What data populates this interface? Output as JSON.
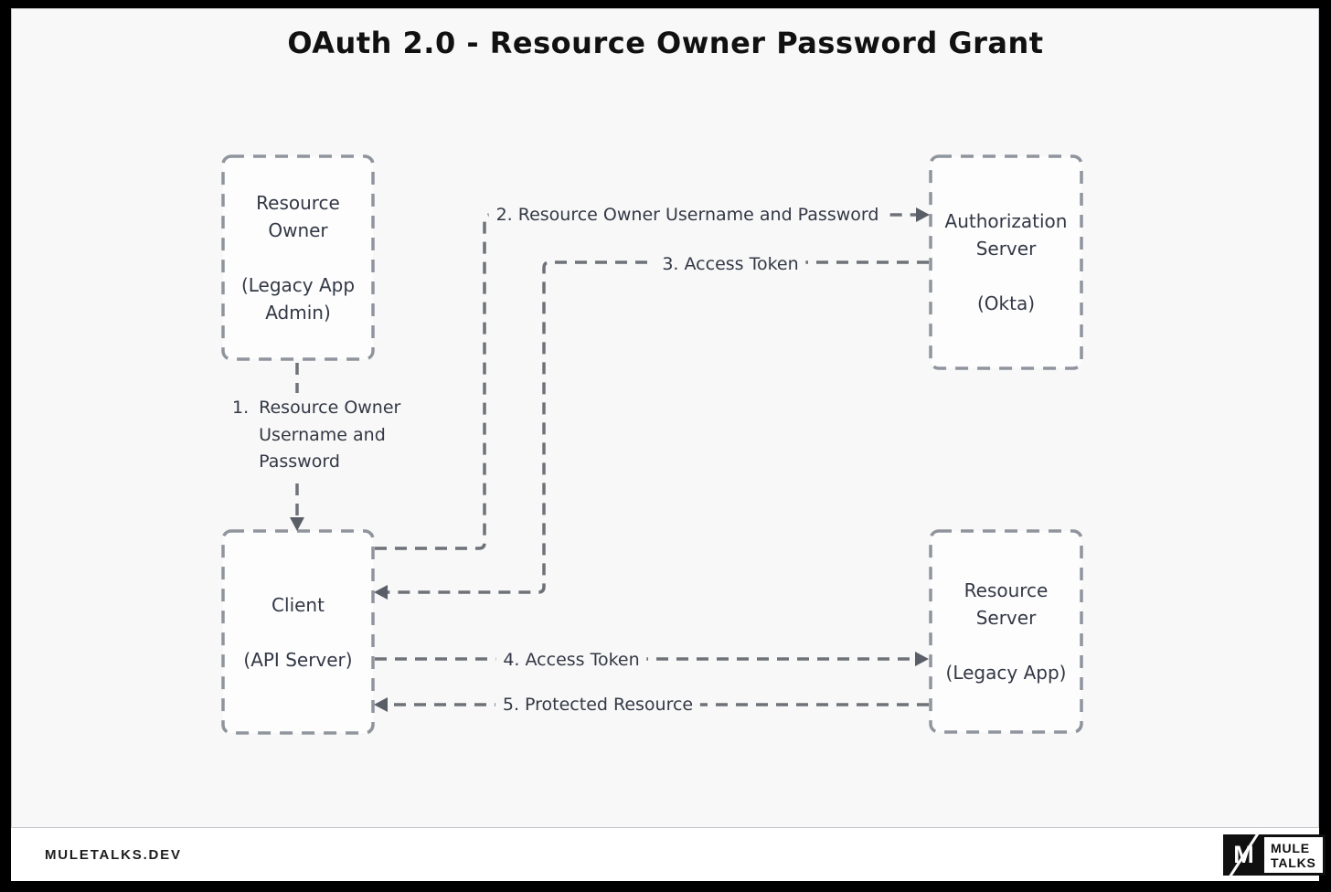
{
  "title": "OAuth 2.0 - Resource Owner Password Grant",
  "nodes": [
    {
      "id": "resource-owner",
      "name": "Resource\nOwner",
      "sub": "(Legacy App\nAdmin)"
    },
    {
      "id": "authorization-server",
      "name": "Authorization\nServer",
      "sub": "(Okta)"
    },
    {
      "id": "client",
      "name": "Client",
      "sub": "(API Server)"
    },
    {
      "id": "resource-server",
      "name": "Resource\nServer",
      "sub": "(Legacy App)"
    }
  ],
  "steps": {
    "step1_num": "1.",
    "step1_text": "Resource Owner\nUsername and\nPassword",
    "step2": "2. Resource Owner Username and Password",
    "step3": "3. Access Token",
    "step4": "4. Access Token",
    "step5": "5. Protected Resource"
  },
  "footer": {
    "site": "MULETALKS.DEV",
    "logo_m": "M",
    "logo_line1": "MULE",
    "logo_line2": "TALKS"
  },
  "colors": {
    "frame": "#000000",
    "card": "#ffffff",
    "diagram_bg": "#f8f8f8",
    "box_border": "#8f949d",
    "box_fill": "#fdfdfe",
    "connector": "#6e7278",
    "arrowhead": "#5a5e66",
    "text": "#333845",
    "title_text": "#111111"
  }
}
